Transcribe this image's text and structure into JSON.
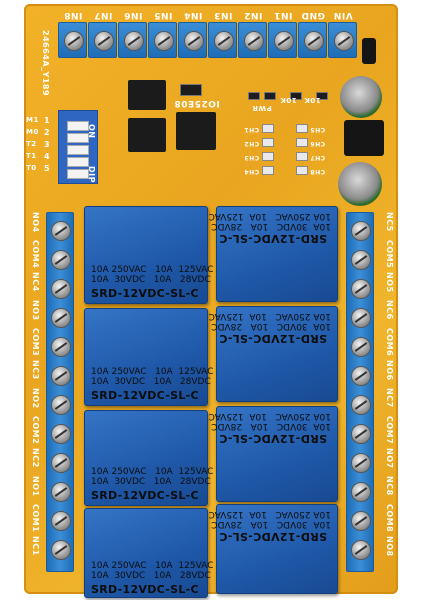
{
  "board": {
    "top_labels": [
      "IN8",
      "IN7",
      "IN6",
      "IN5",
      "IN4",
      "IN3",
      "IN2",
      "IN1",
      "GND",
      "VIN"
    ],
    "left_labels": [
      "NO4",
      "COM4",
      "NC4",
      "NO3",
      "COM3",
      "NC3",
      "NO2",
      "COM2",
      "NC2",
      "NO1",
      "COM1",
      "NC1"
    ],
    "right_labels": [
      "NC5",
      "COM5",
      "NO5",
      "NC6",
      "COM6",
      "NO6",
      "NC7",
      "COM7",
      "NO7",
      "NC8",
      "COM8",
      "NO8"
    ],
    "board_id": "24664A_Y189",
    "dip_labels": [
      "ON",
      "DIP"
    ],
    "dip_numbers": [
      "1",
      "2",
      "3",
      "4",
      "5"
    ],
    "dip_side_labels": [
      "M1",
      "M0",
      "T2",
      "T1",
      "T0"
    ],
    "chip_label": "IO25E08",
    "resistor_labels": [
      "10K",
      "10K"
    ],
    "pwr_label": "PWR",
    "channel_labels": [
      "CH1",
      "CH2",
      "CH3",
      "CH4",
      "CH5",
      "CH6",
      "CH7",
      "CH8"
    ]
  },
  "relay": {
    "spec_line1": "10A 250VAC   10A  125VAC",
    "spec_line2": "10A  30VDC   10A   28VDC",
    "model": "SRD-12VDC-SL-C"
  }
}
